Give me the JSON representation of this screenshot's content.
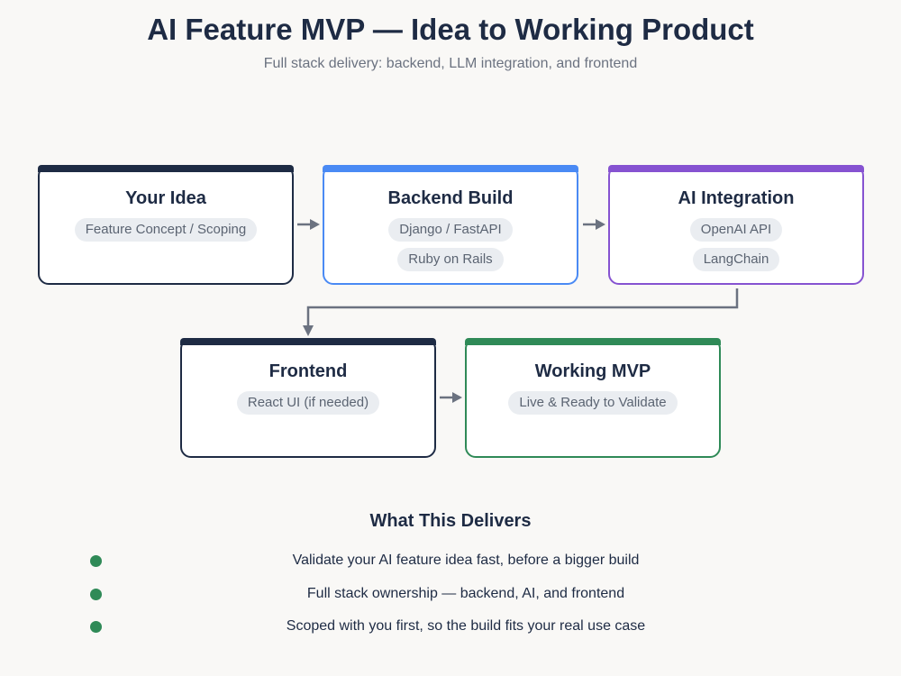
{
  "title": "AI Feature MVP — Idea to Working Product",
  "subtitle": "Full stack delivery: backend, LLM integration, and frontend",
  "colors": {
    "navy": "#1e2b44",
    "blue": "#4a8af4",
    "purple": "#8653d1",
    "green": "#2f8a57",
    "arrow": "#6b7280"
  },
  "cards": [
    {
      "title": "Your Idea",
      "chips": [
        "Feature Concept / Scoping"
      ]
    },
    {
      "title": "Backend Build",
      "chips": [
        "Django / FastAPI",
        "Ruby on Rails"
      ]
    },
    {
      "title": "AI Integration",
      "chips": [
        "OpenAI API",
        "LangChain"
      ]
    },
    {
      "title": "Frontend",
      "chips": [
        "React UI (if needed)"
      ]
    },
    {
      "title": "Working MVP",
      "chips": [
        "Live & Ready to Validate"
      ]
    }
  ],
  "delivers": {
    "title": "What This Delivers",
    "items": [
      "Validate your AI feature idea fast, before a bigger build",
      "Full stack ownership — backend, AI, and frontend",
      "Scoped with you first, so the build fits your real use case"
    ]
  }
}
